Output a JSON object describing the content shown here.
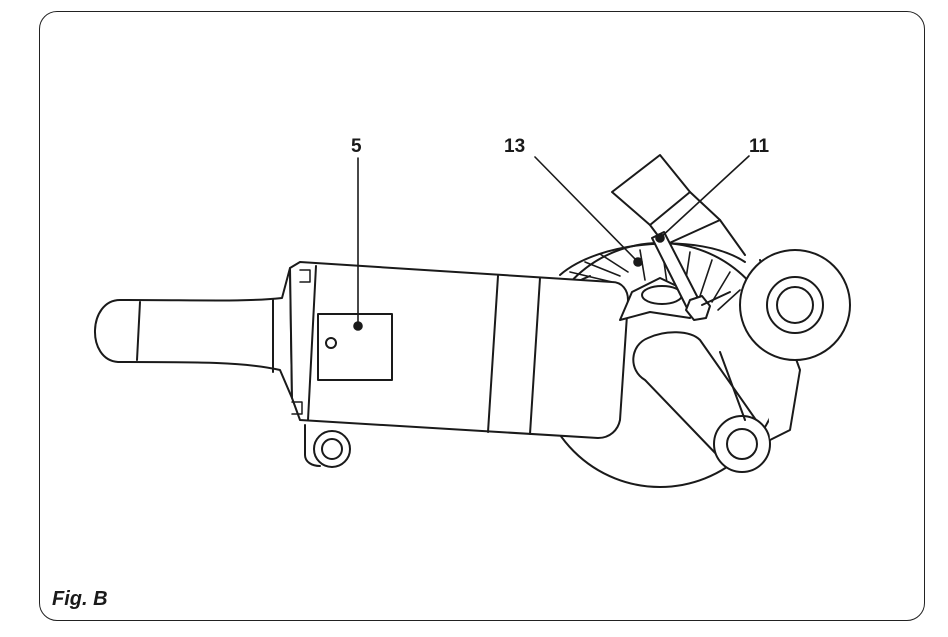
{
  "figure": {
    "caption": "Fig. B"
  },
  "callouts": [
    {
      "id": "callout-5",
      "label": "5"
    },
    {
      "id": "callout-13",
      "label": "13"
    },
    {
      "id": "callout-11",
      "label": "11"
    }
  ],
  "colors": {
    "stroke": "#1a1a1a",
    "fill": "#ffffff"
  }
}
